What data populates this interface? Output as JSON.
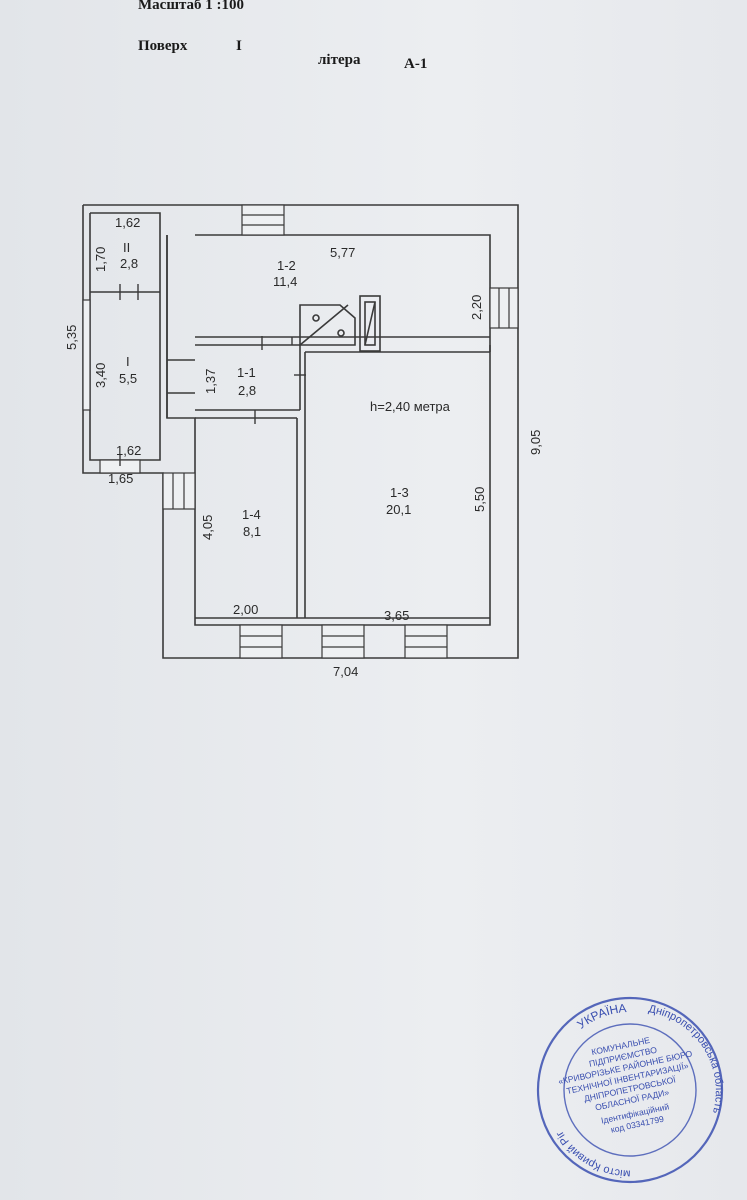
{
  "header": {
    "scale_label": "Масштаб 1  :100",
    "floor_label": "Поверх",
    "floor_value": "I",
    "letter_label": "літера",
    "letter_value": "А-1"
  },
  "plan": {
    "height_note": "h=2,40 метра",
    "rooms": [
      {
        "id": "II",
        "area": "2,8"
      },
      {
        "id": "I",
        "area": "5,5"
      },
      {
        "id": "1-1",
        "area": "2,8"
      },
      {
        "id": "1-2",
        "area": "11,4"
      },
      {
        "id": "1-3",
        "area": "20,1"
      },
      {
        "id": "1-4",
        "area": "8,1"
      }
    ],
    "dimensions": {
      "top_left_width": "1,62",
      "room_ii_height": "1,70",
      "room_i_height": "3,40",
      "left_total": "5,35",
      "bottom_left_inner": "1,62",
      "bottom_left_outer": "1,65",
      "room_12_width": "5,77",
      "room_12_height": "2,20",
      "room_11_height": "1,37",
      "room_14_height": "4,05",
      "room_14_width": "2,00",
      "room_13_height": "5,50",
      "room_13_width": "3,65",
      "right_total": "9,05",
      "bottom_total": "7,04"
    }
  },
  "stamp": {
    "ring_top": "УКРАЇНА",
    "ring_left": "місто Кривий Ріг",
    "ring_right": "Дніпропетровська область",
    "lines": [
      "КОМУНАЛЬНЕ",
      "ПІДПРИЄМСТВО",
      "«КРИВОРІЗЬКЕ РАЙОННЕ БЮРО",
      "ТЕХНІЧНОЇ ІНВЕНТАРИЗАЦІЇ»",
      "ДНІПРОПЕТРОВСЬКОЇ",
      "ОБЛАСНОЇ РАДИ»",
      "Ідентифікаційний",
      "код 03341799"
    ],
    "color": "#3a4fb0"
  }
}
